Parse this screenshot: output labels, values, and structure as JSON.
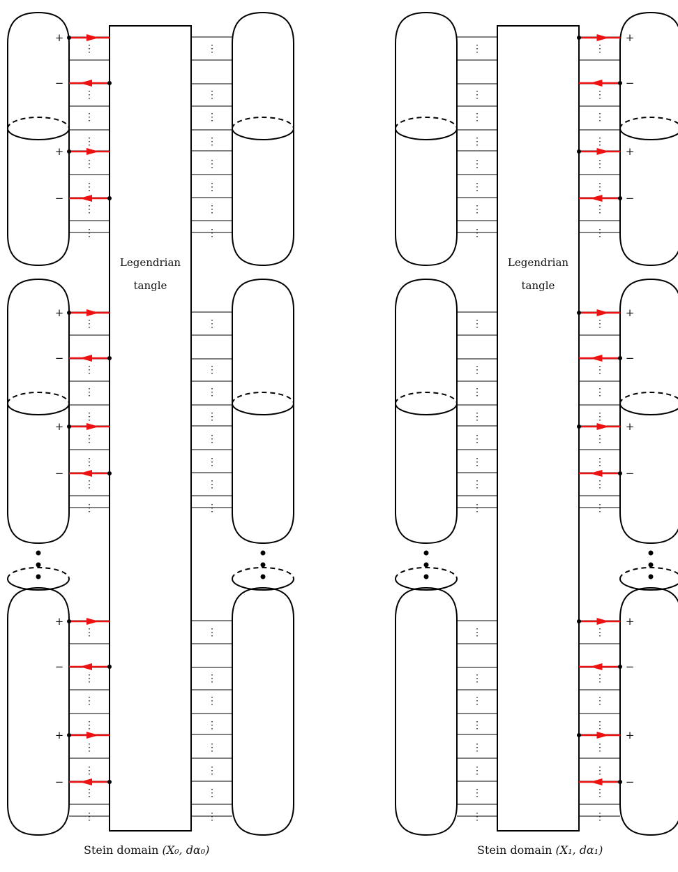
{
  "colors": {
    "stroke": "#000000",
    "arrow": "#ee1111",
    "text": "#111111"
  },
  "panels": [
    {
      "id": "left",
      "box_label_line1": "Legendrian",
      "box_label_line2": "tangle",
      "caption_prefix": "Stein domain ",
      "caption_math": "(X₀, dα₀)",
      "arrow_side": "left",
      "sign_labels": [
        "+",
        "−",
        "+",
        "−"
      ]
    },
    {
      "id": "right",
      "box_label_line1": "Legendrian",
      "box_label_line2": "tangle",
      "caption_prefix": "Stein domain ",
      "caption_math": "(X₁, dα₁)",
      "arrow_side": "right",
      "sign_labels": [
        "+",
        "−",
        "+",
        "−"
      ]
    }
  ],
  "ellipsis_glyph": "⋮"
}
